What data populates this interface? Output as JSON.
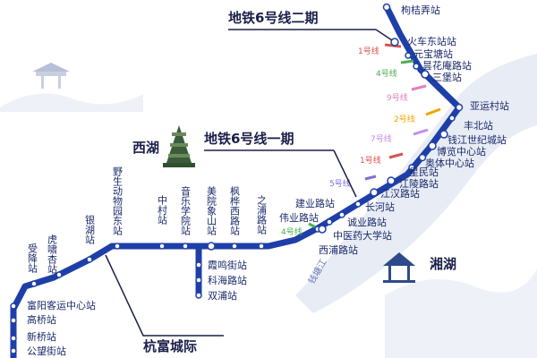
{
  "callouts": {
    "phase2": "地铁6号线二期",
    "phase1": "地铁6号线一期",
    "fuyang": "杭富城际"
  },
  "lakes": {
    "west": "西湖",
    "xiang": "湘湖"
  },
  "river": "钱塘江",
  "transfer_lines": [
    {
      "label": "1号线",
      "color": "#d9534f"
    },
    {
      "label": "4号线",
      "color": "#4caf50"
    },
    {
      "label": "9号线",
      "color": "#e07fbf"
    },
    {
      "label": "2号线",
      "color": "#f0a500"
    },
    {
      "label": "7号线",
      "color": "#c58be8"
    },
    {
      "label": "1号线",
      "color": "#d9534f"
    },
    {
      "label": "5号线",
      "color": "#7f6ed6"
    },
    {
      "label": "4号线",
      "color": "#4caf50"
    }
  ],
  "stations": {
    "goujiegong": "枸桔弄站",
    "huochedongzhan": "火车东站站",
    "yuanbaotang": "元宝塘站",
    "jinghuaan": "昙花庵路站",
    "sanbao": "三堡站",
    "yayuncun": "亚运村站",
    "fengbei": "丰北站",
    "qianjiangshiji": "钱江世纪城站",
    "bolan": "博览中心站",
    "aoti": "奥体中心站",
    "xingmin": "星民站",
    "jiangling": "江陵路站",
    "jianghan": "江汉路站",
    "changhe": "长河站",
    "jianye": "建业路站",
    "weiye": "伟业路站",
    "chengye": "诚业路站",
    "zhongyiyao": "中医药大学站",
    "xipu": "西浦路站",
    "zhipu": "之浦路站",
    "fengxi": "枫桦西路站",
    "meixiang": "美院象山站",
    "yinyue": "音乐学院站",
    "zhongcun": "中村站",
    "yesheng": "野生动物园东站",
    "yinhu": "银湖站",
    "huxiao": "虎啸杏站",
    "shoujiang": "受降站",
    "xiaming": "霞鸣街站",
    "kehai": "科海路站",
    "shuangpu": "双浦站",
    "fuyangkeyun": "富阳客运中心站",
    "gaoqiao": "高桥站",
    "xinqiao": "新桥站",
    "gongwang": "公望街站"
  }
}
